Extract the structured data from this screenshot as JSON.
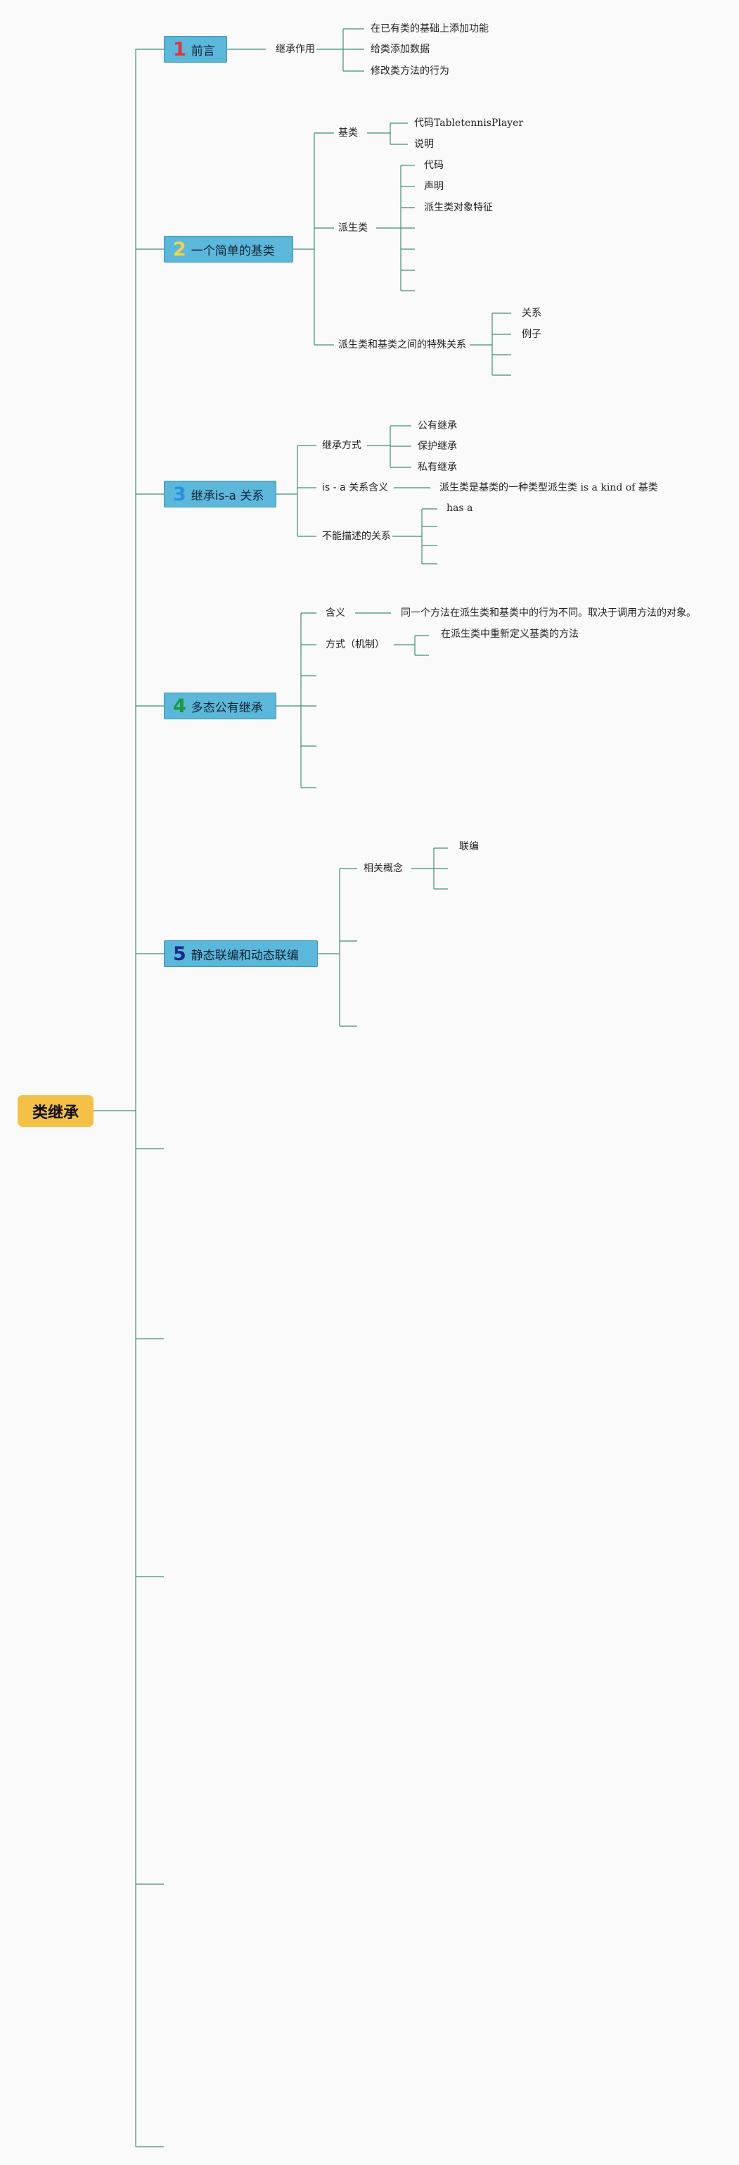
{
  "root": {
    "label": "类继承"
  },
  "colors": {
    "line": "#3f8f79",
    "topic": "#5bb8db",
    "root": "#f4c146"
  },
  "topics": [
    {
      "num": "1",
      "num_color": "#e0353a",
      "label": "前言"
    },
    {
      "num": "2",
      "num_color": "#f3d24a",
      "label": "一个简单的基类"
    },
    {
      "num": "3",
      "num_color": "#2a8fe0",
      "label": "继承is-a 关系"
    },
    {
      "num": "4",
      "num_color": "#1a9a3a",
      "label": "多态公有继承"
    },
    {
      "num": "5",
      "num_color": "#1a2a8a",
      "label": "静态联编和动态联编"
    }
  ],
  "t1": {
    "sub": "继承作用",
    "items": [
      "在已有类的基础上添加功能",
      "给类添加数据",
      "修改类方法的行为"
    ]
  },
  "t2": {
    "base": "基类",
    "base_items": [
      "代码TabletennisPlayer",
      "说明"
    ],
    "derived": "派生类",
    "derived_items": [
      "代码",
      "声明",
      "派生类对象特征"
    ],
    "special": "派生类和基类之间的特殊关系",
    "special_items": [
      "关系",
      "例子"
    ]
  },
  "t3": {
    "mode": "继承方式",
    "mode_items": [
      "公有继承",
      "保护继承",
      "私有继承"
    ],
    "isa": "is - a 关系含义",
    "isa_item": "派生类是基类的一种类型派生类 is a kind of 基类",
    "cannot": "不能描述的关系",
    "cannot_items": [
      "has a"
    ]
  },
  "t4": {
    "meaning": "含义",
    "meaning_item": "同一个方法在派生类和基类中的行为不同。取决于调用方法的对象。",
    "mech": "方式（机制）",
    "mech_item": "在派生类中重新定义基类的方法"
  },
  "t5": {
    "concept": "相关概念",
    "concept_items": [
      "联编"
    ]
  }
}
